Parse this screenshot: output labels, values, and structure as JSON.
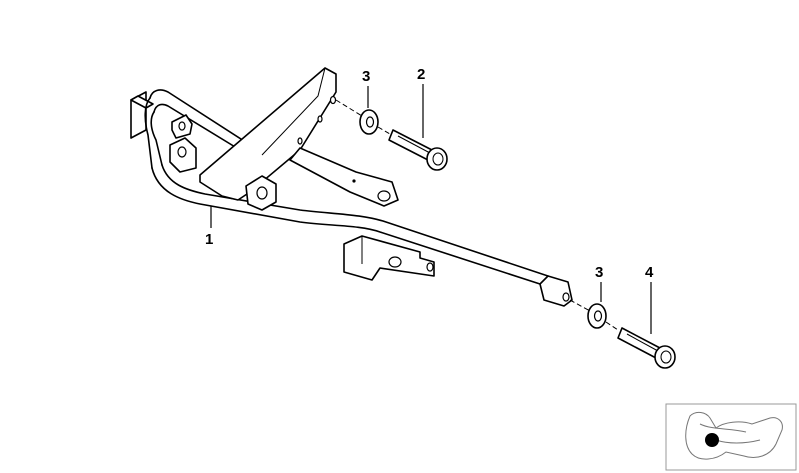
{
  "callouts": {
    "frame": "1",
    "screw_upper": "2",
    "washer_upper": "3",
    "washer_lower": "3",
    "screw_lower": "4"
  },
  "colors": {
    "line": "#000000",
    "background": "#ffffff",
    "thumbnail_border": "#999999"
  },
  "icons": {
    "thumbnail": "motorcycle-location-thumbnail-icon"
  }
}
